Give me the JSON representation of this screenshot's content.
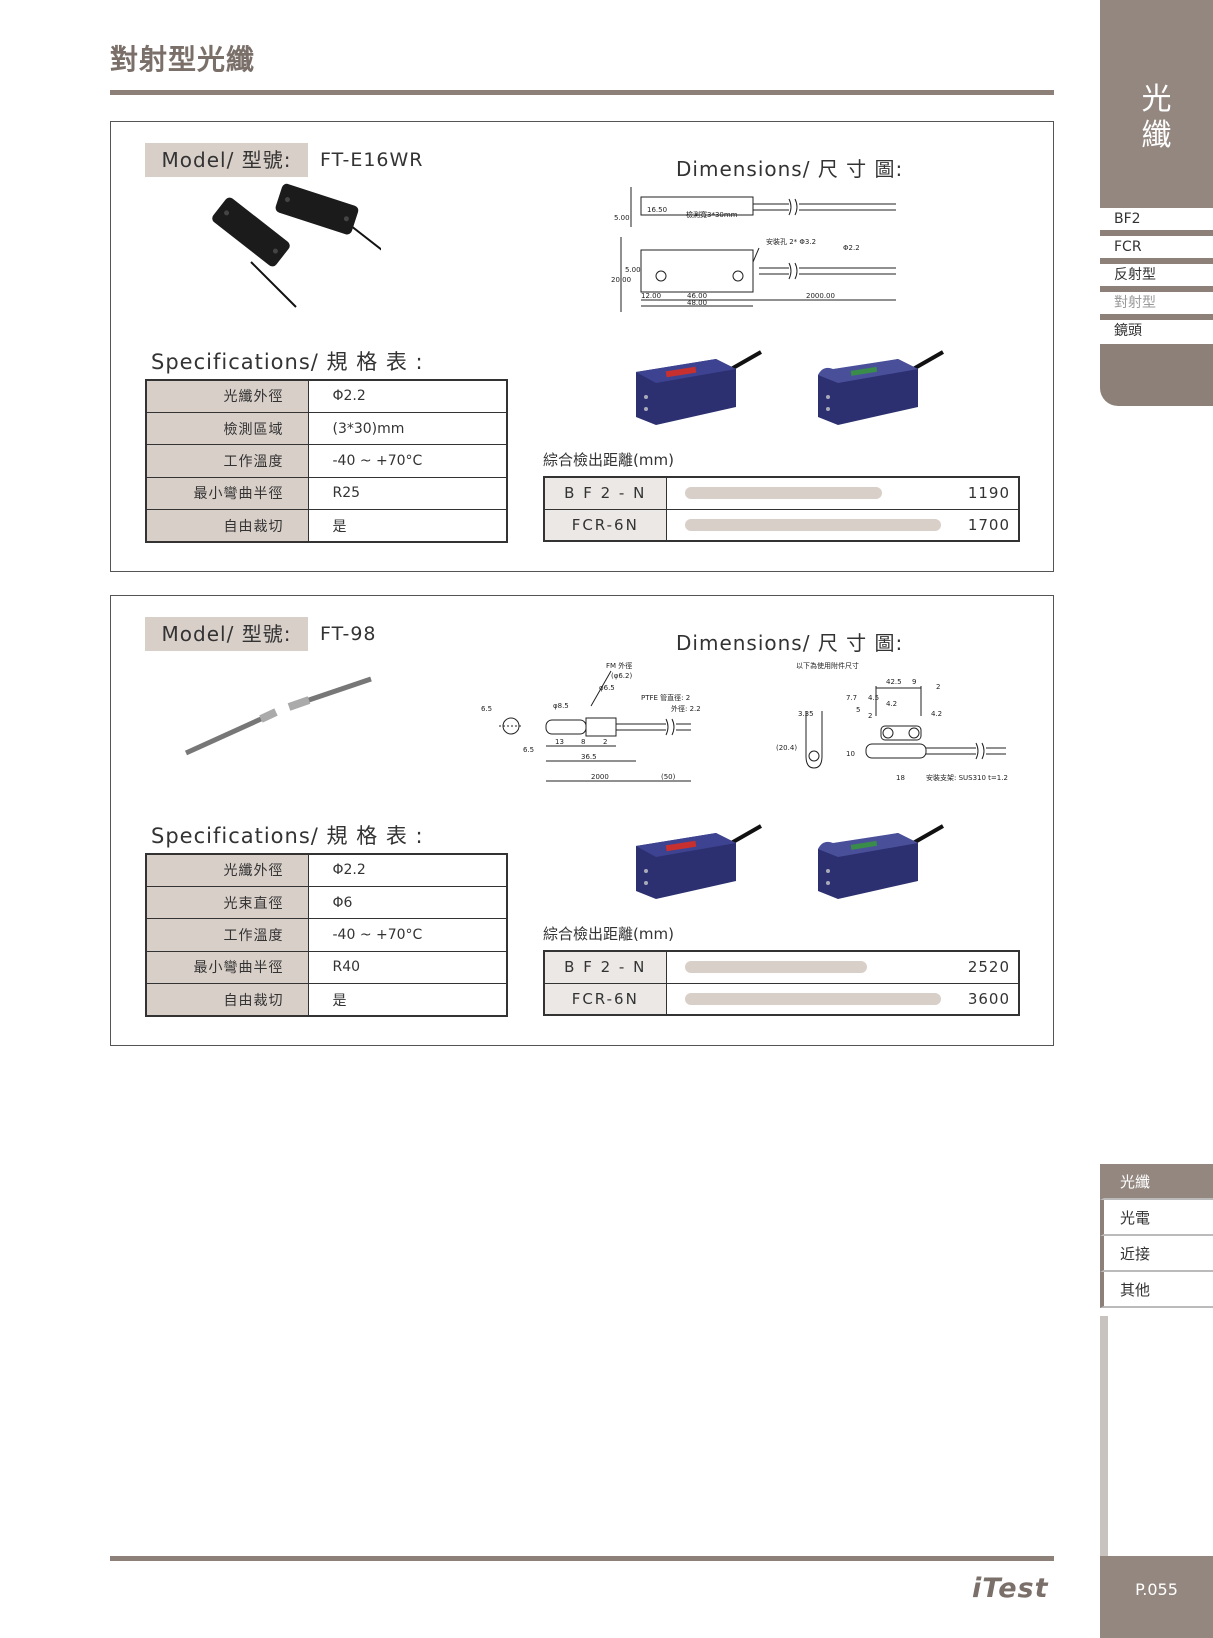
{
  "header": {
    "title": "對射型光纖"
  },
  "sidebar": {
    "category": "光\n纖",
    "nav": [
      {
        "label": "BF2",
        "active": false
      },
      {
        "label": "FCR",
        "active": false
      },
      {
        "label": "反射型",
        "active": false
      },
      {
        "label": "對射型",
        "active": true
      },
      {
        "label": "鏡頭",
        "active": false
      }
    ],
    "lower": [
      {
        "label": "光纖"
      },
      {
        "label": "光電"
      },
      {
        "label": "近接"
      },
      {
        "label": "其他"
      }
    ],
    "page_number": "P.055"
  },
  "footer": {
    "brand": "iTest"
  },
  "products": [
    {
      "model_label": "Model/ 型號:",
      "model": "FT-E16WR",
      "dimensions_label": "Dimensions/ 尺 寸 圖:",
      "specs_label": "Specifications/ 規 格 表 :",
      "specs": [
        {
          "key": "光纖外徑",
          "value": "Φ2.2"
        },
        {
          "key": "檢測區域",
          "value": "(3*30)mm"
        },
        {
          "key": "工作溫度",
          "value": "-40 ~ +70°C"
        },
        {
          "key": "最小彎曲半徑",
          "value": "R25"
        },
        {
          "key": "自由裁切",
          "value": "是"
        }
      ],
      "range_label": "綜合檢出距離(mm)",
      "ranges": [
        {
          "name": "B F 2 - N",
          "value": "1190",
          "fraction": 0.77
        },
        {
          "name": "FCR-6N",
          "value": "1700",
          "fraction": 1.0
        }
      ],
      "dim_texts": [
        "5.00",
        "16.50",
        "檢測寬3*30mm",
        "20.00",
        "5.00",
        "安裝孔 2* Φ3.2",
        "Φ2.2",
        "12.00",
        "46.00",
        "48.00",
        "2000.00"
      ]
    },
    {
      "model_label": "Model/ 型號:",
      "model": "FT-98",
      "dimensions_label": "Dimensions/ 尺 寸 圖:",
      "specs_label": "Specifications/ 規 格 表 :",
      "specs": [
        {
          "key": "光纖外徑",
          "value": "Φ2.2"
        },
        {
          "key": "光束直徑",
          "value": "Φ6"
        },
        {
          "key": "工作溫度",
          "value": "-40 ~ +70°C"
        },
        {
          "key": "最小彎曲半徑",
          "value": "R40"
        },
        {
          "key": "自由裁切",
          "value": "是"
        }
      ],
      "range_label": "綜合檢出距離(mm)",
      "ranges": [
        {
          "name": "B F 2 - N",
          "value": "2520",
          "fraction": 0.71
        },
        {
          "name": "FCR-6N",
          "value": "3600",
          "fraction": 1.0
        }
      ],
      "dim_texts": [
        "FM 外徑",
        "(φ6.2)",
        "φ8.5",
        "φ6.5",
        "PTFE 管直徑: 2",
        "外徑: 2.2",
        "6.5",
        "6.5",
        "13",
        "8",
        "2",
        "36.5",
        "2000",
        "(50)",
        "以下為使用附件尺寸",
        "42.5",
        "9",
        "2",
        "7.7",
        "4.5",
        "4.2",
        "3.35",
        "5",
        "2",
        "4.2",
        "(20.4)",
        "10",
        "18",
        "安裝支架: SUS310 t=1.2"
      ]
    }
  ]
}
